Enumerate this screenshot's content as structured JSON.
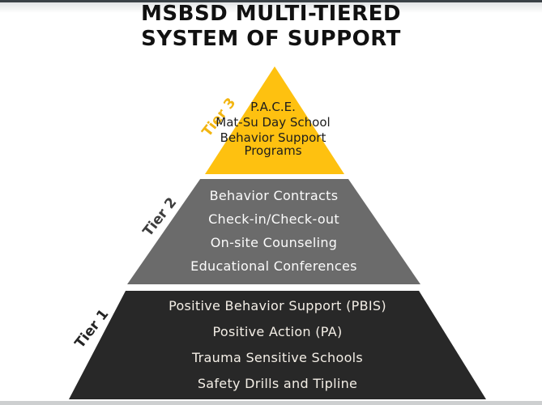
{
  "title": {
    "line1": "MSBSD MULTI-TIERED",
    "line2": "SYSTEM OF SUPPORT",
    "color": "#111111"
  },
  "chrome": {
    "top_edge_color": "#3b4247",
    "page_edge_color": "#cdcfd0"
  },
  "pyramid": {
    "tiers": [
      {
        "label": "Tier 3",
        "fill_color": "#fec110",
        "label_color": "#f2b511",
        "text_color": "#1d1d1d",
        "items": [
          "P.A.C.E.",
          "Mat-Su Day School",
          "Behavior Support Programs"
        ]
      },
      {
        "label": "Tier 2",
        "fill_color": "#6b6b6b",
        "label_color": "#3d3d3d",
        "text_color": "#fbfbfb",
        "items": [
          "Behavior Contracts",
          "Check-in/Check-out",
          "On-site Counseling",
          "Educational Conferences"
        ]
      },
      {
        "label": "Tier 1",
        "fill_color": "#282828",
        "label_color": "#242424",
        "text_color": "#f3eee6",
        "items": [
          "Positive Behavior Support (PBIS)",
          "Positive Action (PA)",
          "Trauma Sensitive Schools",
          "Safety Drills and Tipline"
        ]
      }
    ]
  }
}
